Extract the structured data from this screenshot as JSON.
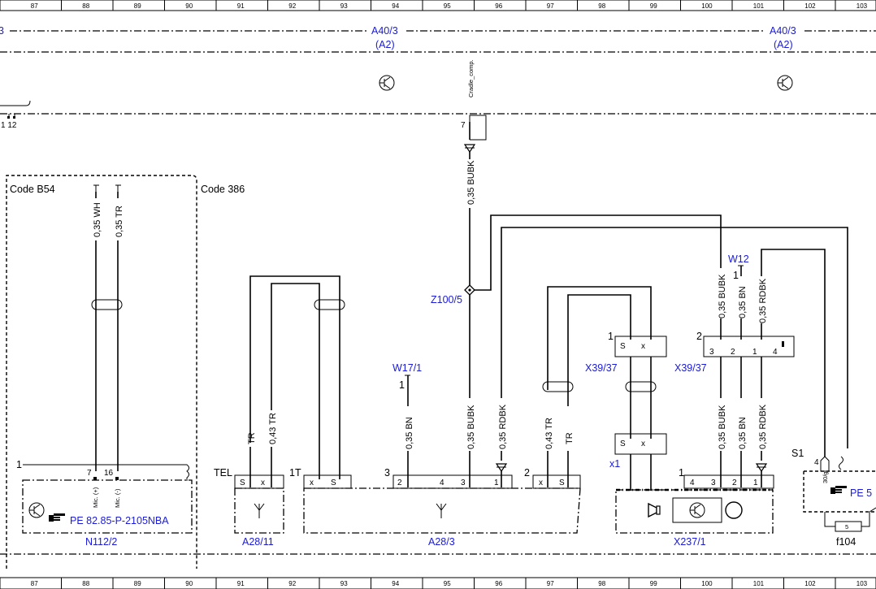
{
  "ruler": [
    "87",
    "88",
    "89",
    "90",
    "91",
    "92",
    "93",
    "94",
    "95",
    "96",
    "97",
    "98",
    "99",
    "100",
    "101",
    "102",
    "103"
  ],
  "header": {
    "left_partial": "3",
    "center_module": "A40/3",
    "center_sub": "(A2)",
    "right_module": "A40/3",
    "right_sub": "(A2)",
    "cradle_label": "Cradle_comp.",
    "cradle_pin": "7",
    "left_pins": "1  12"
  },
  "codes": {
    "b54": "Code B54",
    "c386": "Code 386"
  },
  "wires": {
    "wh": "0,35 WH",
    "tr": "0,35 TR",
    "bubk": "0,35 BUBK",
    "bn": "0,35 BN",
    "rdbk": "0,35 RDBK",
    "tr043": "0,43 TR",
    "tr_plain": "TR"
  },
  "connectors": {
    "z100": "Z100/5",
    "w17": "W17/1",
    "w17_pin": "1",
    "w12": "W12",
    "w12_pin": "1",
    "x39a": "X39/37",
    "x39a_num": "1",
    "x39b": "X39/37",
    "x39b_num": "2",
    "x1": "x1",
    "s1": "S1"
  },
  "components": {
    "n112": "N112/2",
    "n112_ref": "PE 82.85-P-2105NBA",
    "n112_num": "1",
    "mic_plus": "Mic. (+)",
    "mic_minus": "Mic. (-)",
    "a2811": "A28/11",
    "tel": "TEL",
    "a283": "A28/3",
    "a283_1t": "1T",
    "a283_3": "3",
    "a283_2": "2",
    "x2371": "X237/1",
    "x2371_num": "1",
    "pe5": "PE 5",
    "f104": "f104",
    "fuse_val": "5"
  },
  "pins": {
    "p7": "7",
    "p16": "16",
    "s": "S",
    "x": "x",
    "n1": "1",
    "n2": "2",
    "n3": "3",
    "n4": "4",
    "g30": "30/g"
  }
}
